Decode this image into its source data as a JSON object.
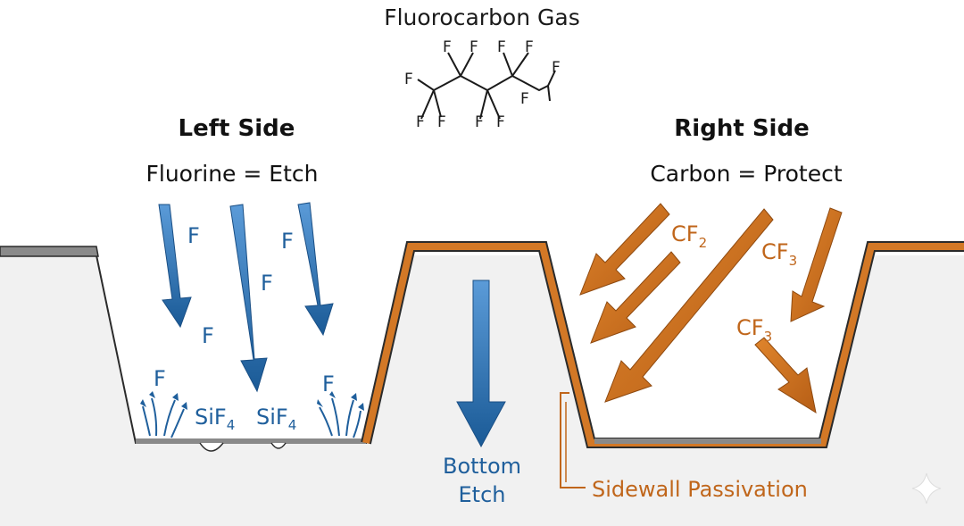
{
  "title": "Fluorocarbon Gas",
  "molecule": {
    "atoms": [
      "F",
      "F",
      "F",
      "F",
      "F",
      "F",
      "F",
      "F",
      "F",
      "F",
      "F"
    ]
  },
  "left": {
    "heading": "Left Side",
    "subheading": "Fluorine = Etch",
    "species": [
      "F",
      "F",
      "F",
      "F",
      "F",
      "F"
    ],
    "products": [
      {
        "base": "SiF",
        "sub": "4"
      },
      {
        "base": "SiF",
        "sub": "4"
      }
    ]
  },
  "right": {
    "heading": "Right Side",
    "subheading": "Carbon = Protect",
    "species": [
      {
        "base": "CF",
        "sub": "2"
      },
      {
        "base": "CF",
        "sub": "3"
      },
      {
        "base": "CF",
        "sub": "3"
      }
    ],
    "passivation_label": "Sidewall Passivation"
  },
  "center": {
    "label_line1": "Bottom",
    "label_line2": "Etch"
  },
  "colors": {
    "fluorine_blue": "#1f5f9c",
    "carbon_orange": "#c0661b",
    "substrate": "#f1f1f1",
    "outline": "#2b2b2b",
    "mask_gray": "#8a8a8a"
  },
  "icons": [
    "sparkle-icon"
  ]
}
